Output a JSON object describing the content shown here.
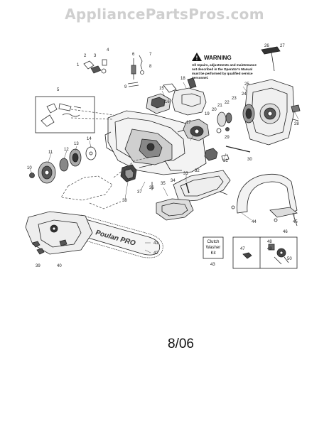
{
  "watermark": "AppliancePartsPros.com",
  "warning": {
    "title": "WARNING",
    "lines": [
      "All repairs, adjustments and maintenance",
      "not described in the Operator's Manual",
      "must be performed by qualified service",
      "personnel."
    ]
  },
  "clutch_kit": {
    "lines": [
      "Clutch",
      "Washer",
      "Kit"
    ]
  },
  "bar_brand": "Poulan PRO",
  "date": "8/06",
  "part_numbers": [
    "1",
    "2",
    "3",
    "4",
    "5",
    "6",
    "7",
    "8",
    "9",
    "10",
    "11",
    "12",
    "13",
    "14",
    "15",
    "16",
    "17",
    "18",
    "19",
    "20",
    "21",
    "22",
    "23",
    "24",
    "25",
    "26",
    "27",
    "28",
    "29",
    "30",
    "31",
    "32",
    "33",
    "34",
    "35",
    "36",
    "37",
    "38",
    "39",
    "40",
    "41",
    "42",
    "43",
    "44",
    "45",
    "46",
    "47",
    "48",
    "49",
    "50"
  ]
}
